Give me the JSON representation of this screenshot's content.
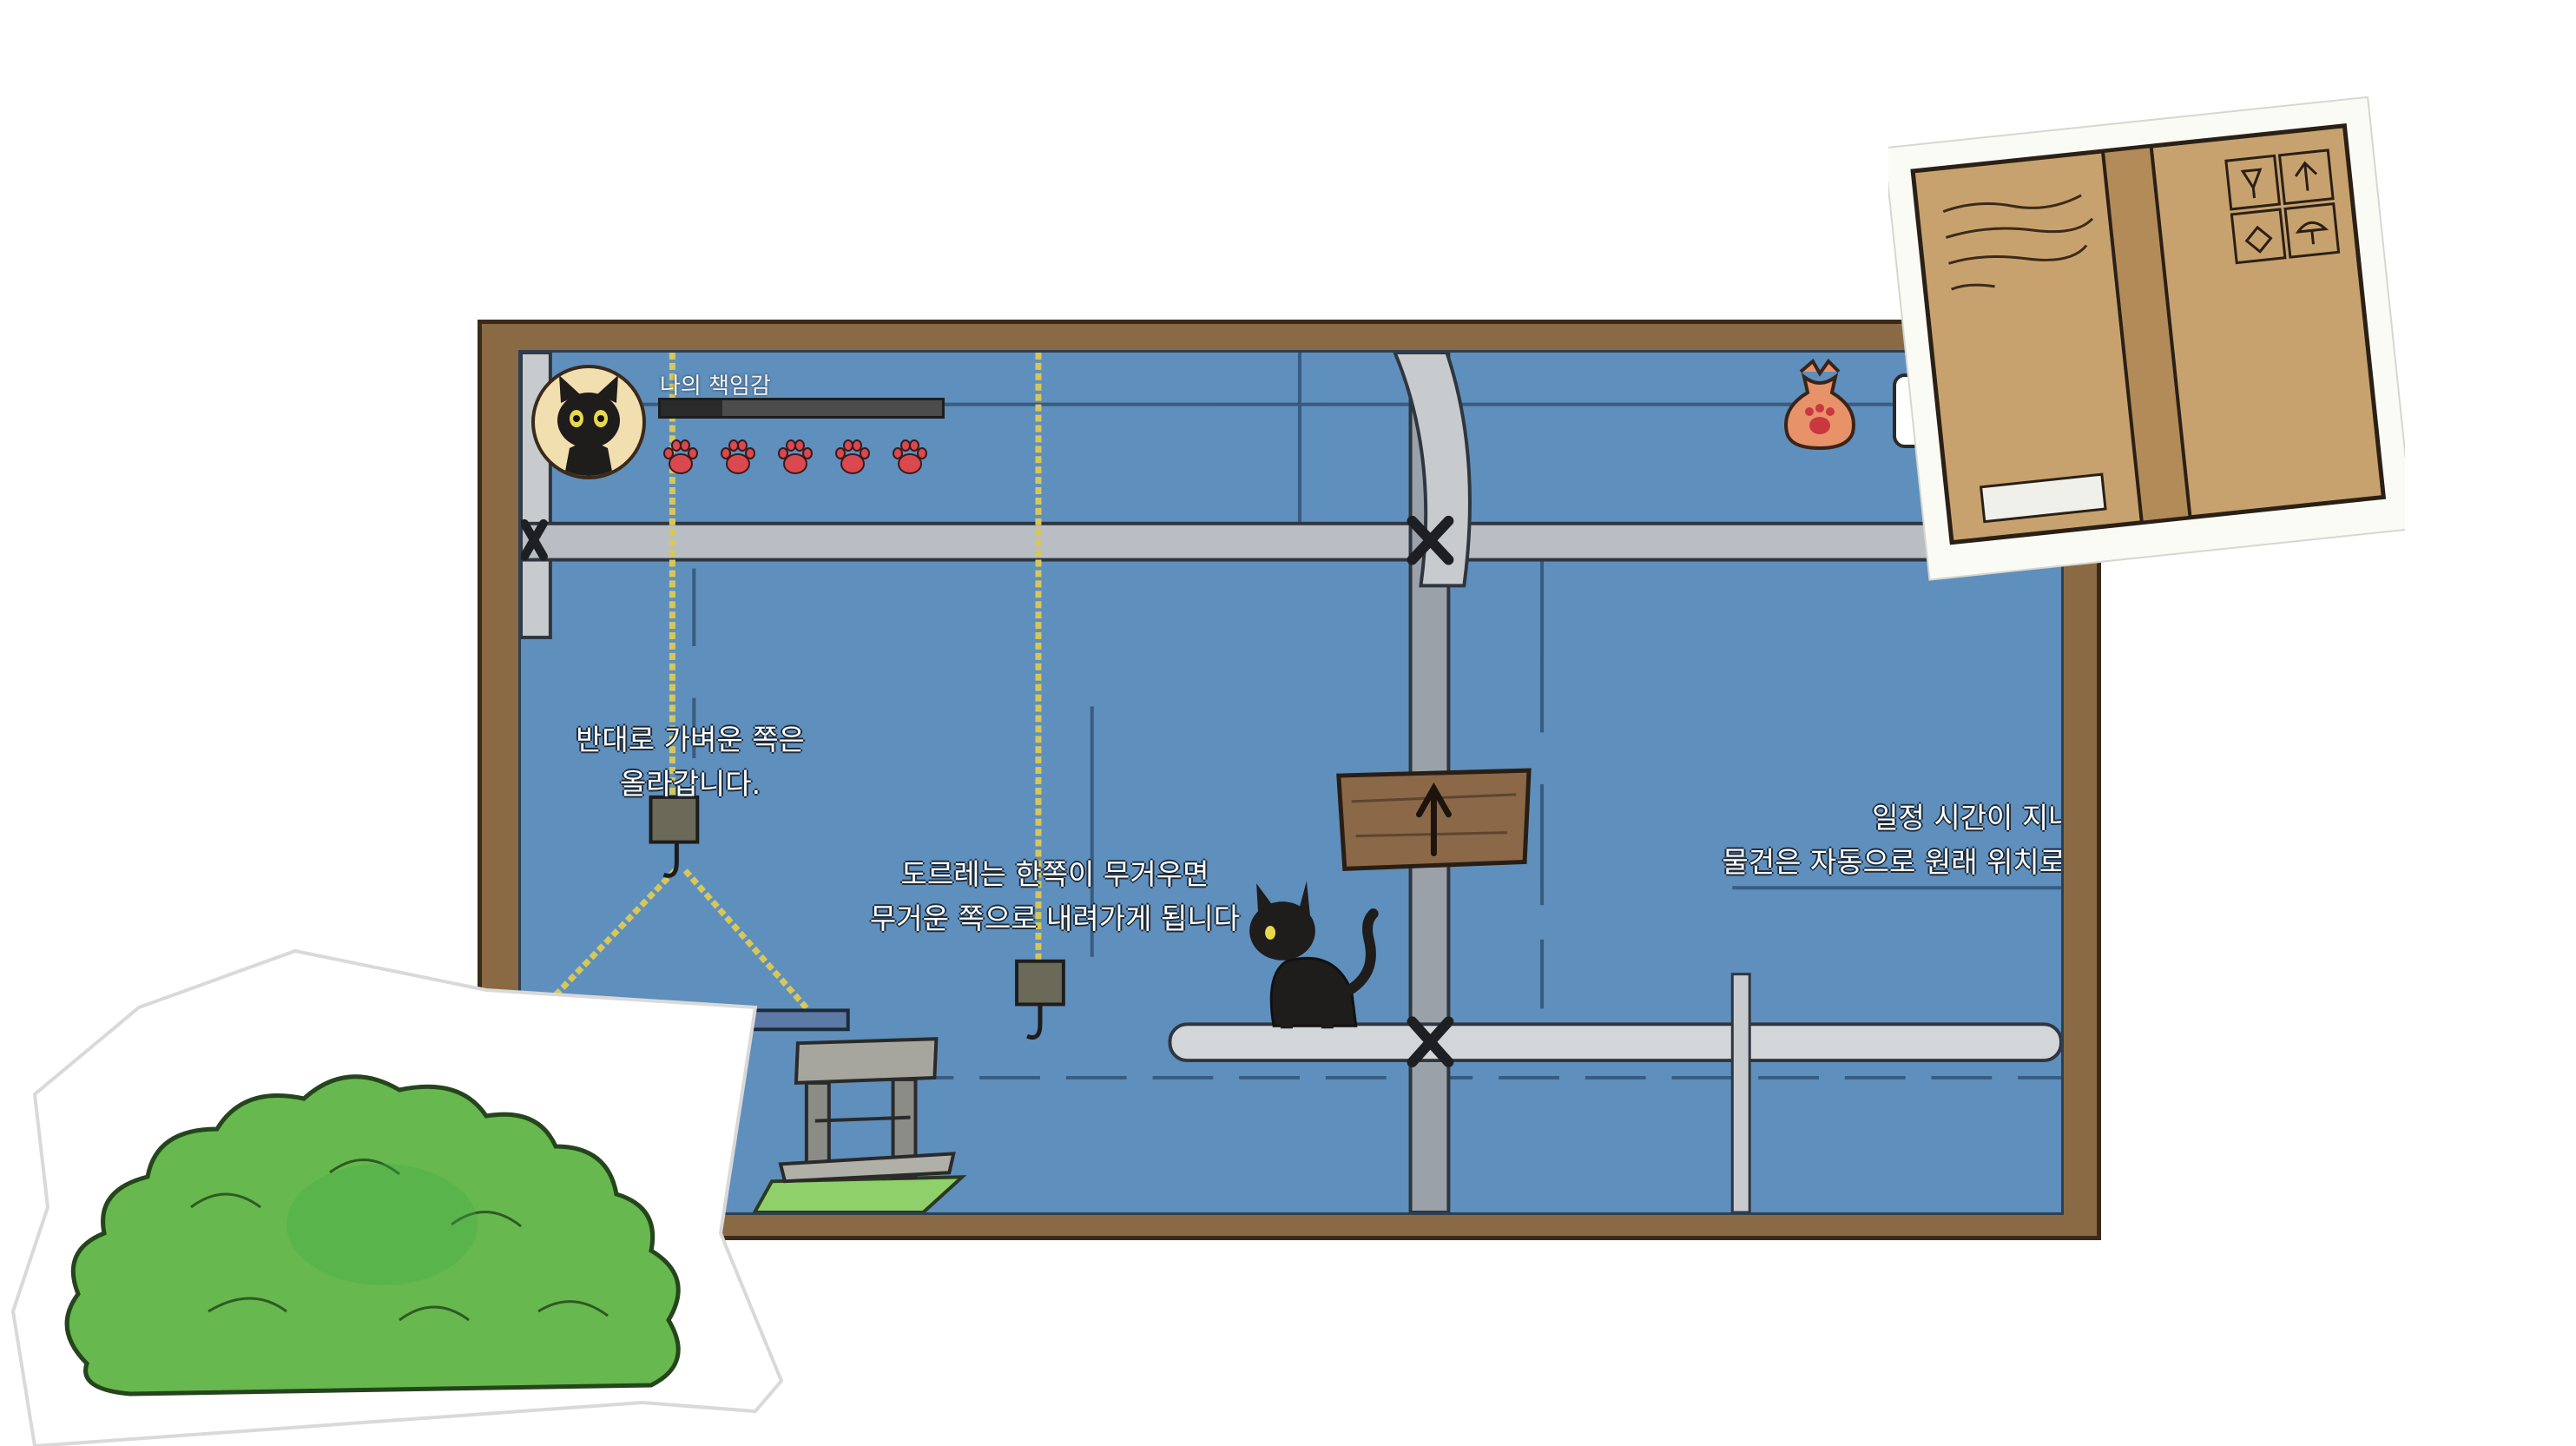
{
  "hud": {
    "responsibility_label": "나의 책임감",
    "responsibility_value": 0.22,
    "paw_lives": 5,
    "paw_color": "#d9494f",
    "bag_icon": "paw-bag-icon"
  },
  "captions": {
    "pulley_opposite": "반대로 가벼운 쪽은 올라갑니다.",
    "pulley_heavy": "도르레는 한쪽이 무거우면 무거운 쪽으로 내려가게 됩니다",
    "reset": "일정 시간이 지나면 물건은 자동으로 원래 위치로 돌"
  },
  "scene": {
    "sign_icon": "up-arrow-sign-icon",
    "player": "black-cat",
    "accent_colors": {
      "frame": "#8a6a44",
      "wall": "#5f8fbc",
      "pipe": "#c8cbce",
      "rope": "#d7c75a",
      "grass": "#8fd06a"
    }
  }
}
